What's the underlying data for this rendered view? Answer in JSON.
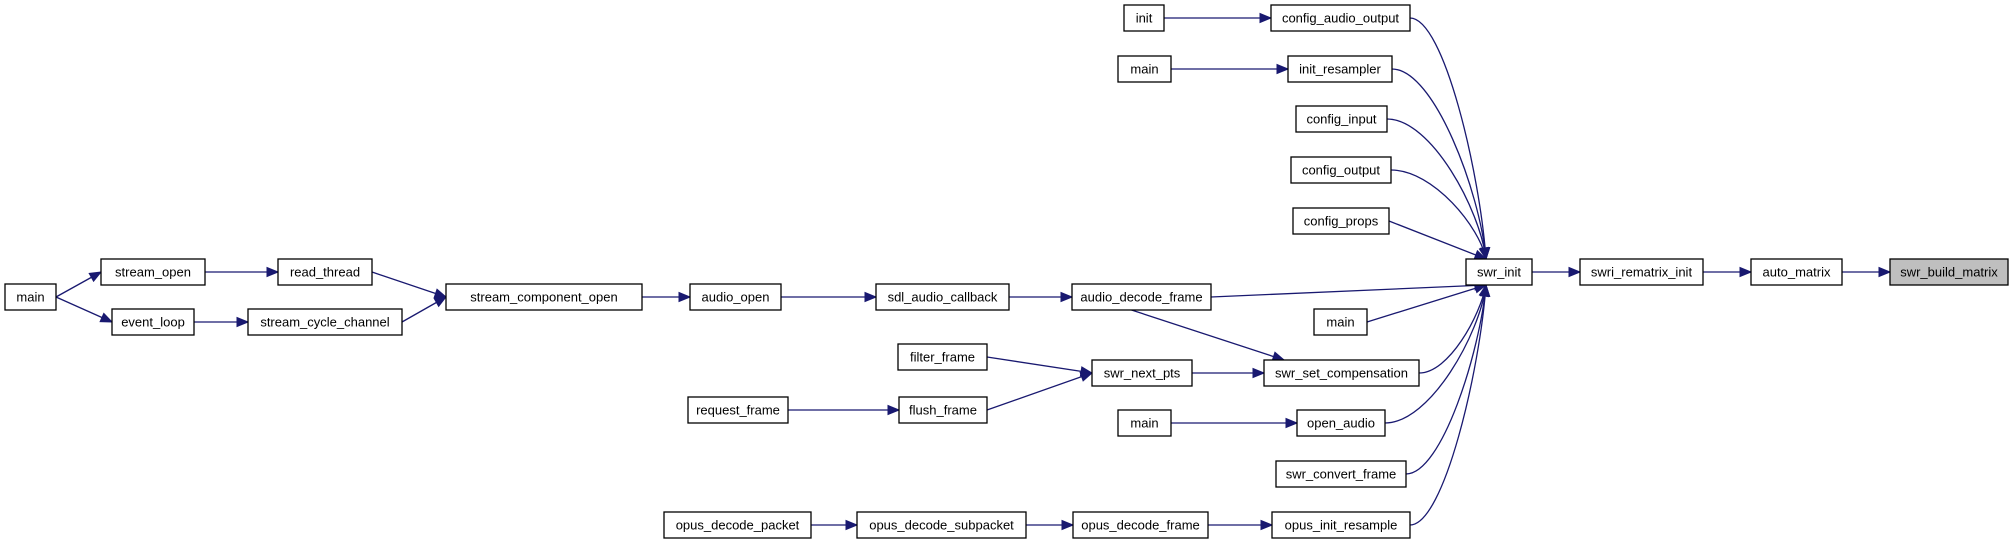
{
  "diagram": {
    "colors": {
      "edge": "#191970",
      "node_border": "#000000",
      "highlight_fill": "#bfbfbf"
    },
    "nodes": [
      {
        "id": "swr_build_matrix",
        "label": "swr_build_matrix",
        "highlight": true
      },
      {
        "id": "auto_matrix",
        "label": "auto_matrix"
      },
      {
        "id": "swri_rematrix_init",
        "label": "swri_rematrix_init"
      },
      {
        "id": "swr_init",
        "label": "swr_init"
      },
      {
        "id": "config_audio_output",
        "label": "config_audio_output"
      },
      {
        "id": "init_resampler",
        "label": "init_resampler"
      },
      {
        "id": "config_input",
        "label": "config_input"
      },
      {
        "id": "config_output",
        "label": "config_output"
      },
      {
        "id": "config_props",
        "label": "config_props"
      },
      {
        "id": "audio_decode_frame",
        "label": "audio_decode_frame"
      },
      {
        "id": "main_a",
        "label": "main"
      },
      {
        "id": "swr_set_compensation",
        "label": "swr_set_compensation"
      },
      {
        "id": "open_audio",
        "label": "open_audio"
      },
      {
        "id": "swr_convert_frame",
        "label": "swr_convert_frame"
      },
      {
        "id": "opus_init_resample",
        "label": "opus_init_resample"
      },
      {
        "id": "init",
        "label": "init"
      },
      {
        "id": "main_b",
        "label": "main"
      },
      {
        "id": "sdl_audio_callback",
        "label": "sdl_audio_callback"
      },
      {
        "id": "swr_next_pts",
        "label": "swr_next_pts"
      },
      {
        "id": "main_c",
        "label": "main"
      },
      {
        "id": "opus_decode_frame",
        "label": "opus_decode_frame"
      },
      {
        "id": "audio_open",
        "label": "audio_open"
      },
      {
        "id": "filter_frame",
        "label": "filter_frame"
      },
      {
        "id": "flush_frame",
        "label": "flush_frame"
      },
      {
        "id": "opus_decode_subpacket",
        "label": "opus_decode_subpacket"
      },
      {
        "id": "stream_component_open",
        "label": "stream_component_open"
      },
      {
        "id": "request_frame",
        "label": "request_frame"
      },
      {
        "id": "opus_decode_packet",
        "label": "opus_decode_packet"
      },
      {
        "id": "read_thread",
        "label": "read_thread"
      },
      {
        "id": "stream_cycle_channel",
        "label": "stream_cycle_channel"
      },
      {
        "id": "stream_open",
        "label": "stream_open"
      },
      {
        "id": "event_loop",
        "label": "event_loop"
      },
      {
        "id": "main_d",
        "label": "main"
      }
    ],
    "edges": [
      {
        "from": "auto_matrix",
        "to": "swr_build_matrix"
      },
      {
        "from": "swri_rematrix_init",
        "to": "auto_matrix"
      },
      {
        "from": "swr_init",
        "to": "swri_rematrix_init"
      },
      {
        "from": "config_audio_output",
        "to": "swr_init"
      },
      {
        "from": "init_resampler",
        "to": "swr_init"
      },
      {
        "from": "config_input",
        "to": "swr_init"
      },
      {
        "from": "config_output",
        "to": "swr_init"
      },
      {
        "from": "config_props",
        "to": "swr_init"
      },
      {
        "from": "audio_decode_frame",
        "to": "swr_init"
      },
      {
        "from": "main_a",
        "to": "swr_init"
      },
      {
        "from": "swr_set_compensation",
        "to": "swr_init"
      },
      {
        "from": "open_audio",
        "to": "swr_init"
      },
      {
        "from": "swr_convert_frame",
        "to": "swr_init"
      },
      {
        "from": "opus_init_resample",
        "to": "swr_init"
      },
      {
        "from": "init",
        "to": "config_audio_output"
      },
      {
        "from": "main_b",
        "to": "init_resampler"
      },
      {
        "from": "sdl_audio_callback",
        "to": "audio_decode_frame"
      },
      {
        "from": "audio_decode_frame",
        "to": "swr_set_compensation"
      },
      {
        "from": "swr_next_pts",
        "to": "swr_set_compensation"
      },
      {
        "from": "main_c",
        "to": "open_audio"
      },
      {
        "from": "opus_decode_frame",
        "to": "opus_init_resample"
      },
      {
        "from": "audio_open",
        "to": "sdl_audio_callback"
      },
      {
        "from": "filter_frame",
        "to": "swr_next_pts"
      },
      {
        "from": "flush_frame",
        "to": "swr_next_pts"
      },
      {
        "from": "opus_decode_subpacket",
        "to": "opus_decode_frame"
      },
      {
        "from": "stream_component_open",
        "to": "audio_open"
      },
      {
        "from": "request_frame",
        "to": "flush_frame"
      },
      {
        "from": "opus_decode_packet",
        "to": "opus_decode_subpacket"
      },
      {
        "from": "read_thread",
        "to": "stream_component_open"
      },
      {
        "from": "stream_cycle_channel",
        "to": "stream_component_open"
      },
      {
        "from": "stream_open",
        "to": "read_thread"
      },
      {
        "from": "event_loop",
        "to": "stream_cycle_channel"
      },
      {
        "from": "main_d",
        "to": "stream_open"
      },
      {
        "from": "main_d",
        "to": "event_loop"
      }
    ]
  }
}
